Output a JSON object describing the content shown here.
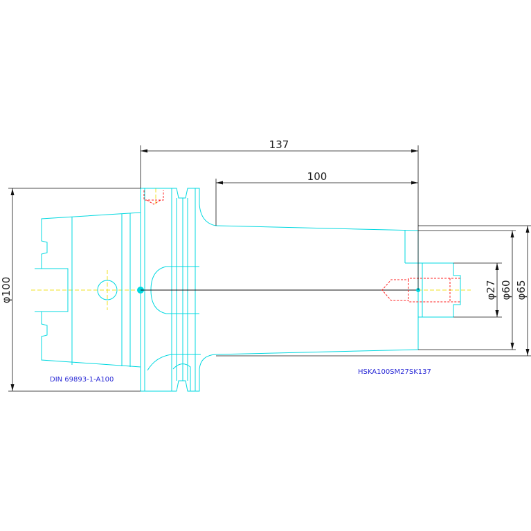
{
  "drawing": {
    "standard_label": "DIN 69893-1-A100",
    "part_label": "HSKA100SM27SK137",
    "dimensions": {
      "overall_length": "137",
      "shank_length": "100",
      "flange_diameter": "φ100",
      "bore_diameter": "φ27",
      "inner_diameter": "φ60",
      "outer_diameter": "φ65"
    }
  },
  "colors": {
    "outline": "#00d8e0",
    "dimension": "#111111",
    "hidden": "#ff2222",
    "centerline": "#f0e020",
    "label": "#2a2ad6"
  }
}
